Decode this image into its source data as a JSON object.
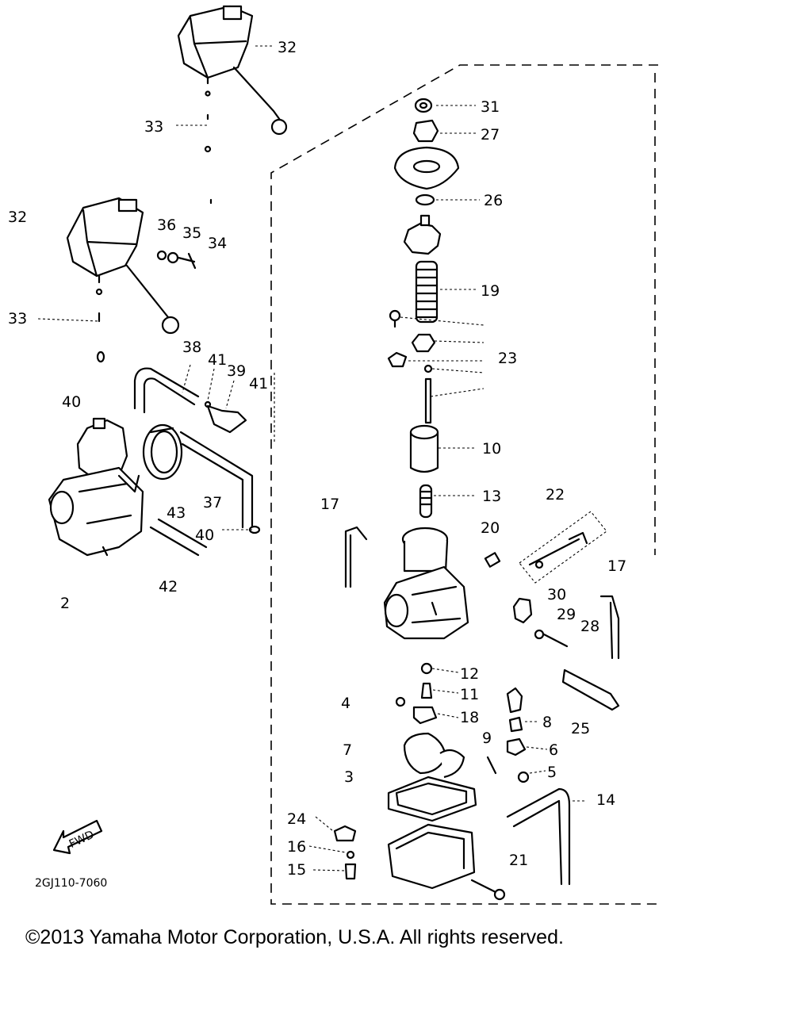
{
  "labels": [
    "32",
    "33",
    "32",
    "36",
    "35",
    "34",
    "33",
    "38",
    "41",
    "39",
    "41",
    "40",
    "37",
    "43",
    "40",
    "42",
    "2",
    "31",
    "27",
    "26",
    "19",
    "23",
    "10",
    "13",
    "17",
    "22",
    "20",
    "17",
    "30",
    "29",
    "28",
    "12",
    "11",
    "4",
    "18",
    "8",
    "25",
    "7",
    "9",
    "6",
    "3",
    "5",
    "14",
    "24",
    "16",
    "15",
    "21"
  ],
  "fwd_label": "FWD",
  "ref_code": "2GJ110-7060",
  "copyright": "©2013 Yamaha Motor Corporation, U.S.A. All rights reserved."
}
